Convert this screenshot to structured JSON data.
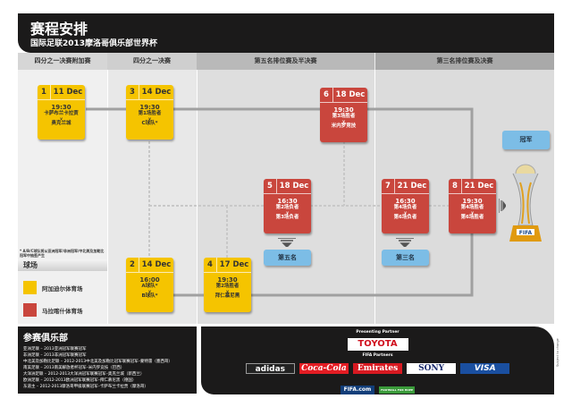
{
  "header": {
    "title": "赛程安排",
    "subtitle": "国际足联2013摩洛哥俱乐部世界杯"
  },
  "columns": [
    "四分之一决赛附加赛",
    "四分之一决赛",
    "第五名排位赛及半决赛",
    "第三名排位赛及决赛"
  ],
  "matches": [
    {
      "no": "1",
      "date": "11 Dec",
      "time": "19:30",
      "home": "卡萨布兰卡拉贾",
      "vs": "v",
      "away": "奥克兰城",
      "venue": "yellow"
    },
    {
      "no": "2",
      "date": "14 Dec",
      "time": "16:00",
      "home": "A球队*",
      "vs": "v",
      "away": "B球队*",
      "venue": "yellow"
    },
    {
      "no": "3",
      "date": "14 Dec",
      "time": "19:30",
      "home": "第1场胜者",
      "vs": "v",
      "away": "C球队*",
      "venue": "yellow"
    },
    {
      "no": "4",
      "date": "17 Dec",
      "time": "19:30",
      "home": "第2场胜者",
      "vs": "v",
      "away": "拜仁慕尼黑",
      "venue": "yellow"
    },
    {
      "no": "5",
      "date": "18 Dec",
      "time": "16:30",
      "home": "第2场负者",
      "vs": "v",
      "away": "第3场负者",
      "venue": "red"
    },
    {
      "no": "6",
      "date": "18 Dec",
      "time": "19:30",
      "home": "第3场胜者",
      "vs": "v",
      "away": "米内罗竞技",
      "venue": "red"
    },
    {
      "no": "7",
      "date": "21 Dec",
      "time": "16:30",
      "home": "第4场负者",
      "vs": "v",
      "away": "第6场负者",
      "venue": "red"
    },
    {
      "no": "8",
      "date": "21 Dec",
      "time": "19:30",
      "home": "第4场胜者",
      "vs": "v",
      "away": "第6场胜者",
      "venue": "red"
    }
  ],
  "results": {
    "fifth": "第五名",
    "third": "第三名",
    "champion": "冠军"
  },
  "footnote": "* A/B/C球队将从亚洲冠军/非洲冠军/中北美及加勒比冠军中抽签产生",
  "venues": {
    "title": "球场",
    "items": [
      {
        "name": "阿加迪尔体育场",
        "color": "#f5c400"
      },
      {
        "name": "马拉喀什体育场",
        "color": "#c9463d"
      }
    ]
  },
  "clubs": {
    "title": "参赛俱乐部",
    "lines": [
      "亚洲足联 – 2013亚洲冠军联赛冠军",
      "非洲足联 – 2013非洲冠军联赛冠军",
      "中北美及加勒比足联 – 2012-2013中北美及加勒比冠军联赛冠军–蒙特雷（墨西哥）",
      "南美足联 – 2013南美解放者杯冠军–米内罗竞技（巴西）",
      "大洋洲足联 – 2012-2013大洋洲冠军联赛冠军–奥克兰城（新西兰）",
      "欧洲足联 – 2012-2013欧洲冠军联赛冠军–拜仁慕尼黑（德国）",
      "东道主 – 2012-2013摩洛哥甲级联赛冠军–卡萨布兰卡拉贾（摩洛哥）"
    ]
  },
  "sponsors": {
    "presenting_label": "Presenting Partner",
    "presenting": "TOYOTA",
    "partners_label": "FIFA Partners",
    "partners": [
      "adidas",
      "Coca-Cola",
      "Emirates",
      "SONY",
      "VISA"
    ],
    "web": "FIFA.com",
    "campaign": "FOOTBALL FOR HOPE"
  },
  "side_note": "Subject to change",
  "colors": {
    "yellow": "#f5c400",
    "red": "#c9463d",
    "blue": "#7cbde6",
    "black": "#1b1a1a"
  }
}
